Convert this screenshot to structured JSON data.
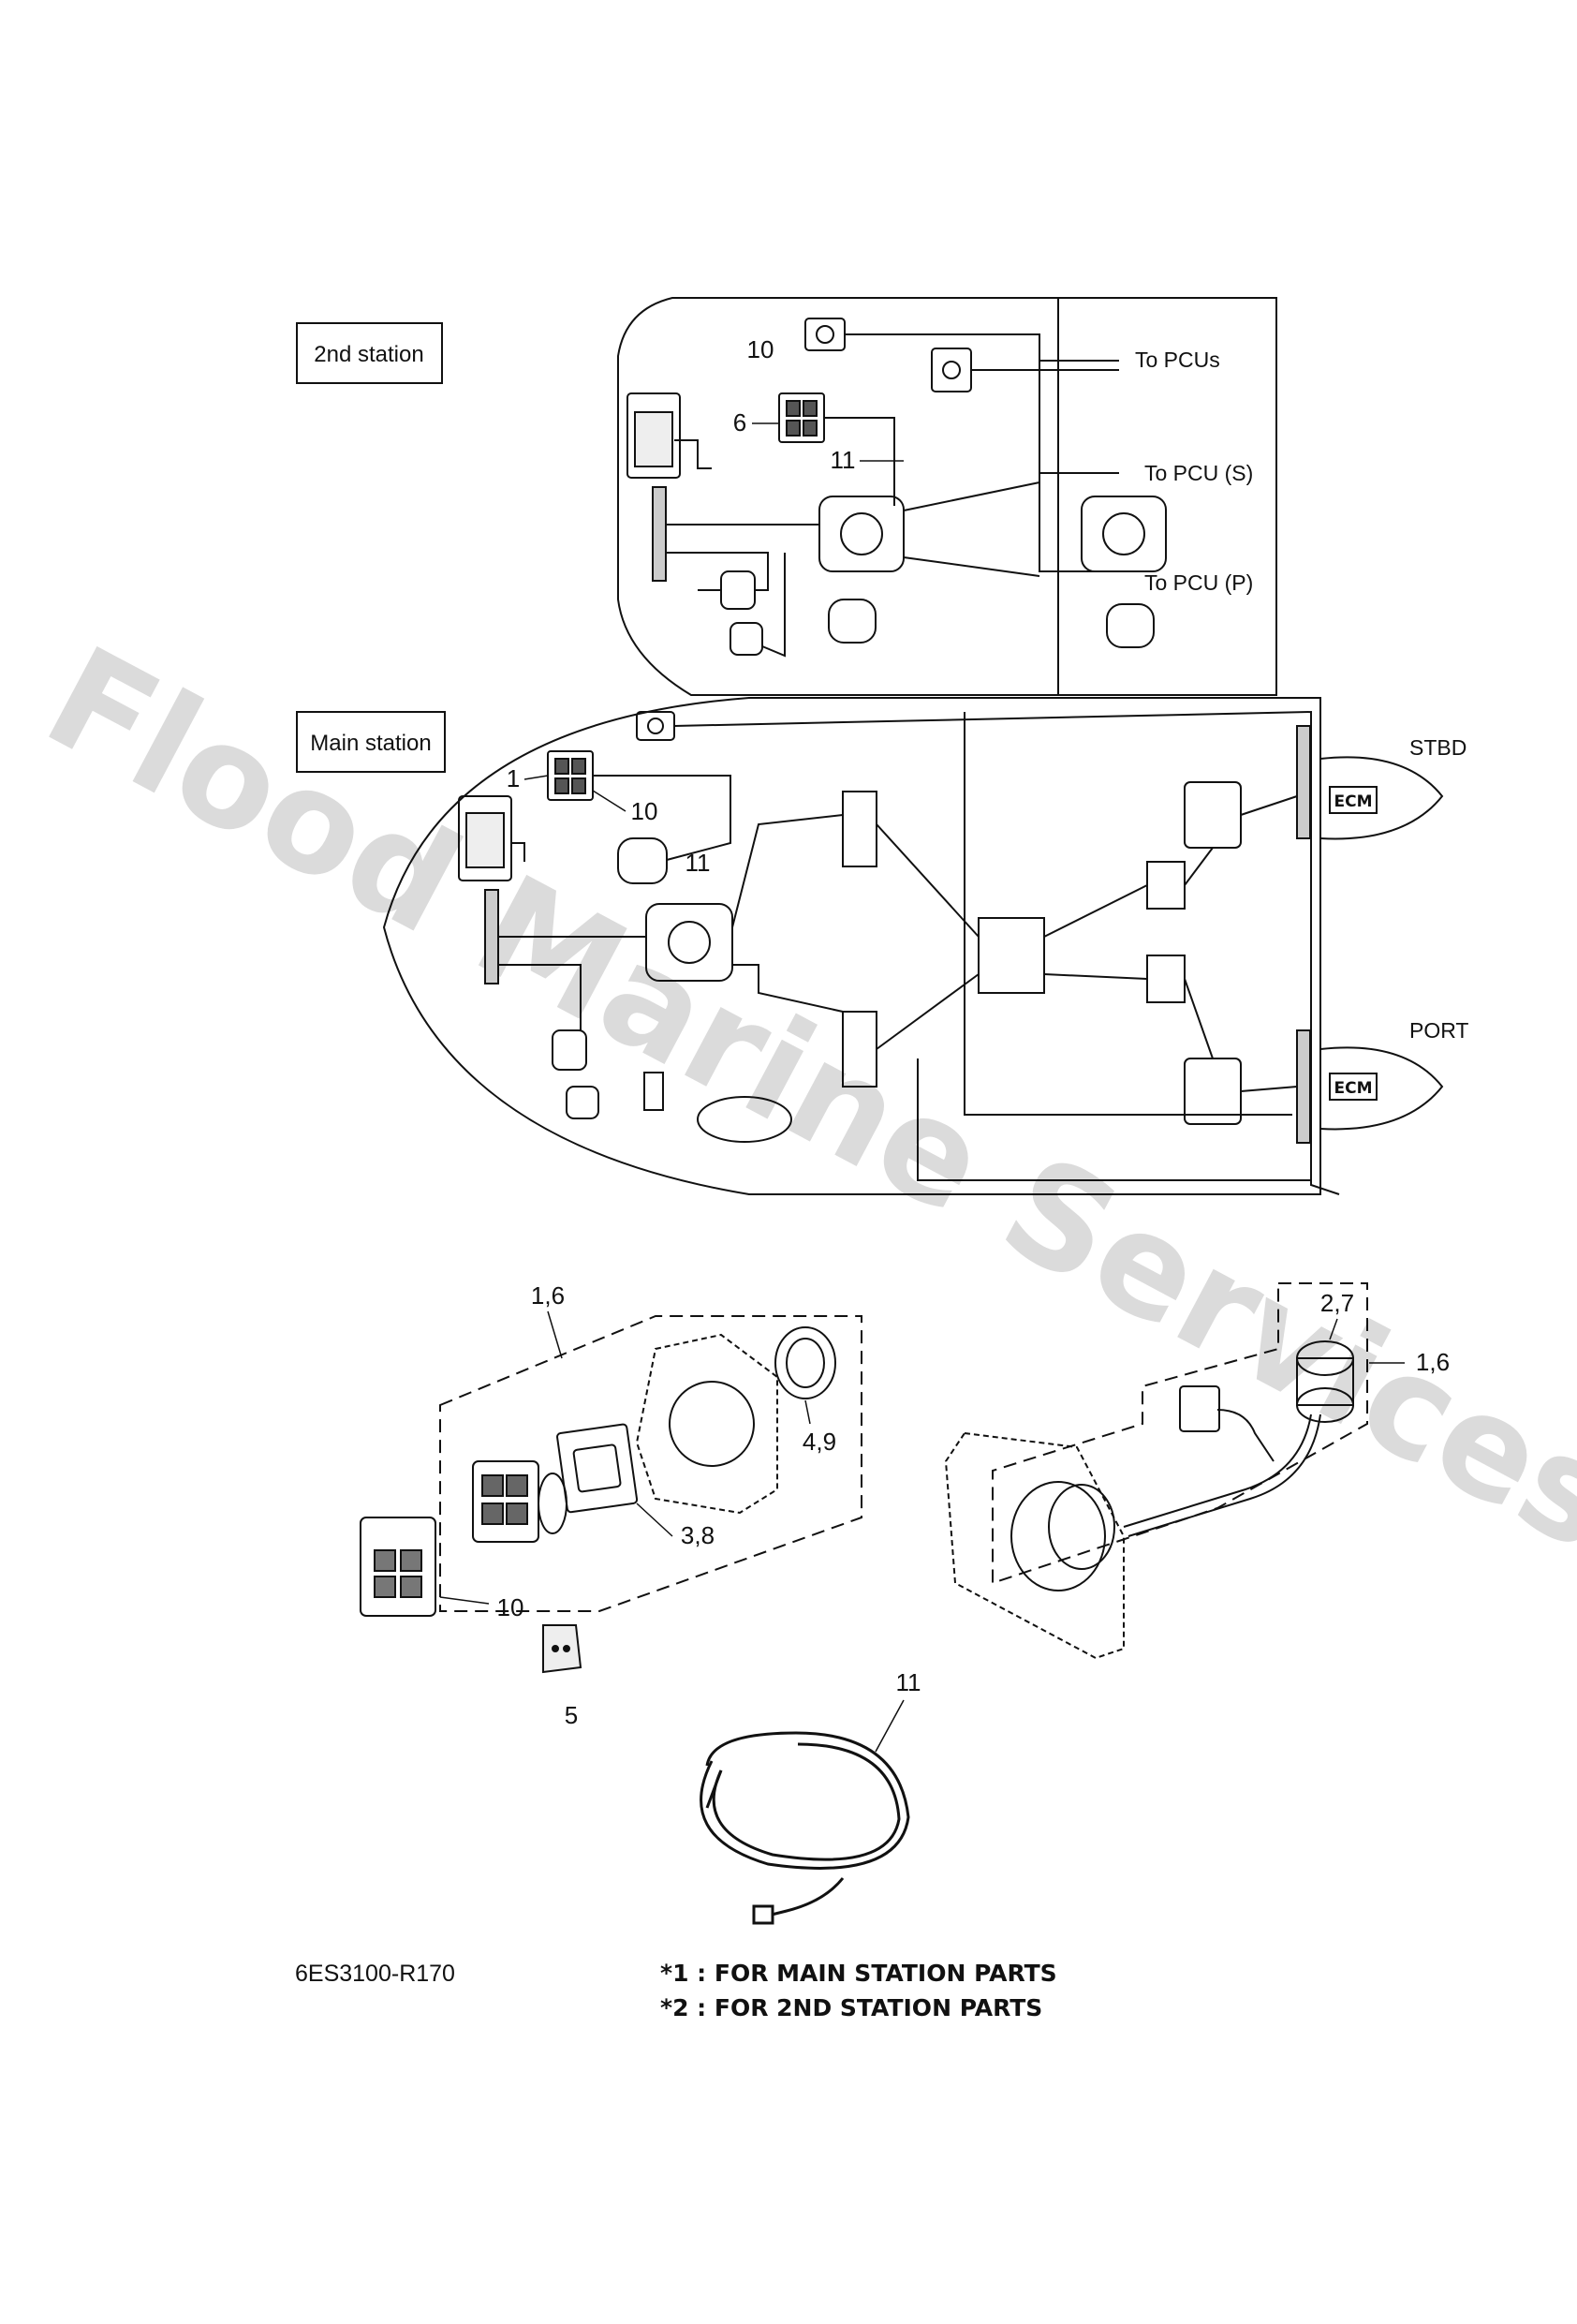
{
  "watermark": "Flood Marine Services",
  "stations": {
    "second": "2nd station",
    "main": "Main station"
  },
  "destinations": {
    "to_pcus": "To PCUs",
    "to_pcu_s": "To PCU (S)",
    "to_pcu_p": "To PCU (P)"
  },
  "engines": {
    "stbd_label": "STBD",
    "port_label": "PORT",
    "ecm": "ECM"
  },
  "callouts": {
    "c10_top": "10",
    "c6_top": "6",
    "c11_top": "11",
    "c1_main": "1",
    "c10_main": "10",
    "c11_main": "11",
    "c16_left": "1,6",
    "c49": "4,9",
    "c38": "3,8",
    "c10_bottom": "10",
    "c5": "5",
    "c27": "2,7",
    "c16_right": "1,6",
    "c11_harness": "11"
  },
  "footer": {
    "part_code": "6ES3100-R170",
    "note1": "*1 : FOR MAIN STATION PARTS",
    "note2": "*2 : FOR 2ND STATION PARTS"
  }
}
